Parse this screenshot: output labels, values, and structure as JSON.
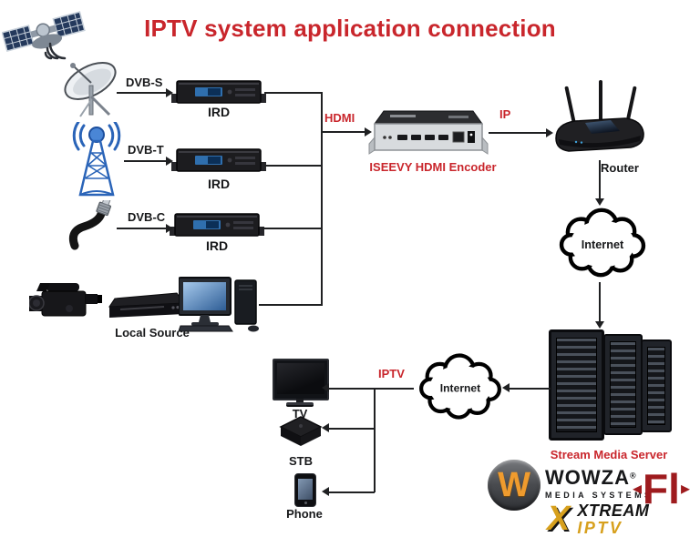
{
  "title": "IPTV system application connection",
  "colors": {
    "red": "#c9262c",
    "black": "#17181a",
    "wowza_orange": "#ef9b2e",
    "fl_red": "#9e1b1e",
    "xtream_gold": "#d7a01d",
    "tower_blue": "#2a64b8"
  },
  "sources": {
    "dvb_s": "DVB-S",
    "dvb_t": "DVB-T",
    "dvb_c": "DVB-C",
    "ird": "IRD",
    "local": "Local Source"
  },
  "links": {
    "hdmi": "HDMI",
    "ip": "IP",
    "iptv": "IPTV"
  },
  "nodes": {
    "encoder": "ISEEVY HDMI Encoder",
    "router": "Router",
    "internet_top": "Internet",
    "internet_bottom": "Internet",
    "server": "Stream Media Server",
    "tv": "TV",
    "stb": "STB",
    "phone": "Phone"
  },
  "logos": {
    "wowza": {
      "badge_letter": "W",
      "name": "WOWZA",
      "reg": "®",
      "tagline": "MEDIA SYSTEMS"
    },
    "flussonic": {
      "left": "◂",
      "text": "Fl",
      "right": "▸"
    },
    "xtream": {
      "mark": "X",
      "line1": "XTREAM",
      "line2": "IPTV"
    }
  }
}
